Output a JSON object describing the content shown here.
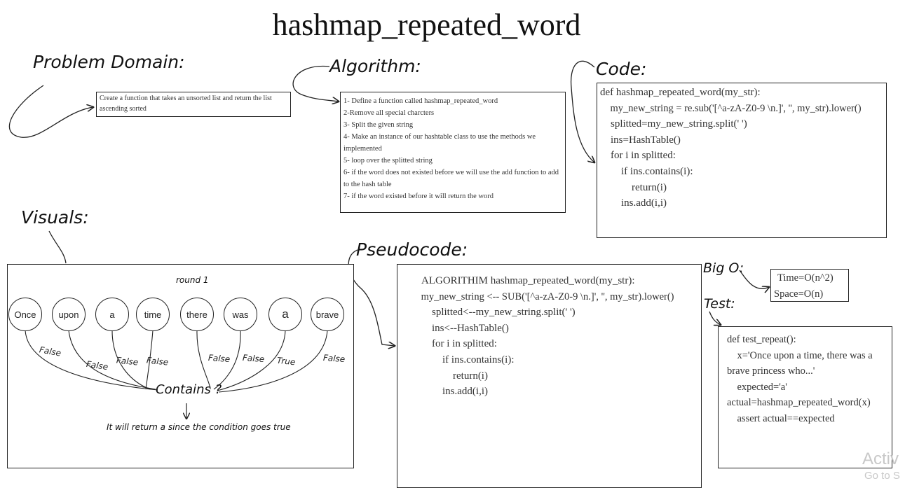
{
  "title": "hashmap_repeated_word",
  "headings": {
    "problem_domain": "Problem Domain:",
    "algorithm": "Algorithm:",
    "code": "Code:",
    "visuals": "Visuals:",
    "pseudocode": "Pseudocode:",
    "big_o": "Big O:",
    "test": "Test:"
  },
  "problem_domain_text": "Create a function that takes an unsorted list and return the list ascending sorted",
  "algorithm_steps": [
    "1- Define a function called hashmap_repeated_word",
    "2-Remove all special charcters",
    "3- Split the given string",
    "4- Make an instance of our hashtable class to use the methods we implemented",
    "5- loop over the splitted string",
    "6- if the word does not existed before we will use the add function to add to the hash table",
    "7- if the word existed before it will return the word"
  ],
  "code_lines": [
    "def hashmap_repeated_word(my_str):",
    "",
    "    my_new_string = re.sub('[^a-zA-Z0-9 \\n.]', '', my_str).lower()",
    "    splitted=my_new_string.split(' ')",
    "    ins=HashTable()",
    "    for i in splitted:",
    "        if ins.contains(i):",
    "            return(i)",
    "        ins.add(i,i)"
  ],
  "pseudocode_lines": [
    "ALGORITHIM hashmap_repeated_word(my_str):",
    "",
    " my_new_string <-- SUB('[^a-zA-Z0-9 \\n.]', '', my_str).lower()",
    "    splitted<--my_new_string.split(' ')",
    "    ins<--HashTable()",
    "    for i in splitted:",
    "        if ins.contains(i):",
    "            return(i)",
    "        ins.add(i,i)"
  ],
  "big_o": {
    "time": "Time=O(n^2)",
    "space": "Space=O(n)"
  },
  "test_lines": [
    "def test_repeat():",
    "    x='Once upon a time, there was a",
    "brave princess who...'",
    "    expected='a'",
    "",
    "actual=hashmap_repeated_word(x)",
    "    assert actual==expected"
  ],
  "visuals": {
    "round_label": "round 1",
    "words": [
      "Once",
      "upon",
      "a",
      "time",
      "there",
      "was",
      "a",
      "brave"
    ],
    "results": [
      "False",
      "False",
      "False",
      "False",
      "False",
      "False",
      "True",
      "False"
    ],
    "contains_label": "Contains ?",
    "conclusion": "It will return a since the condition goes true"
  },
  "watermark": {
    "line1": "Activ",
    "line2": "Go to S"
  }
}
